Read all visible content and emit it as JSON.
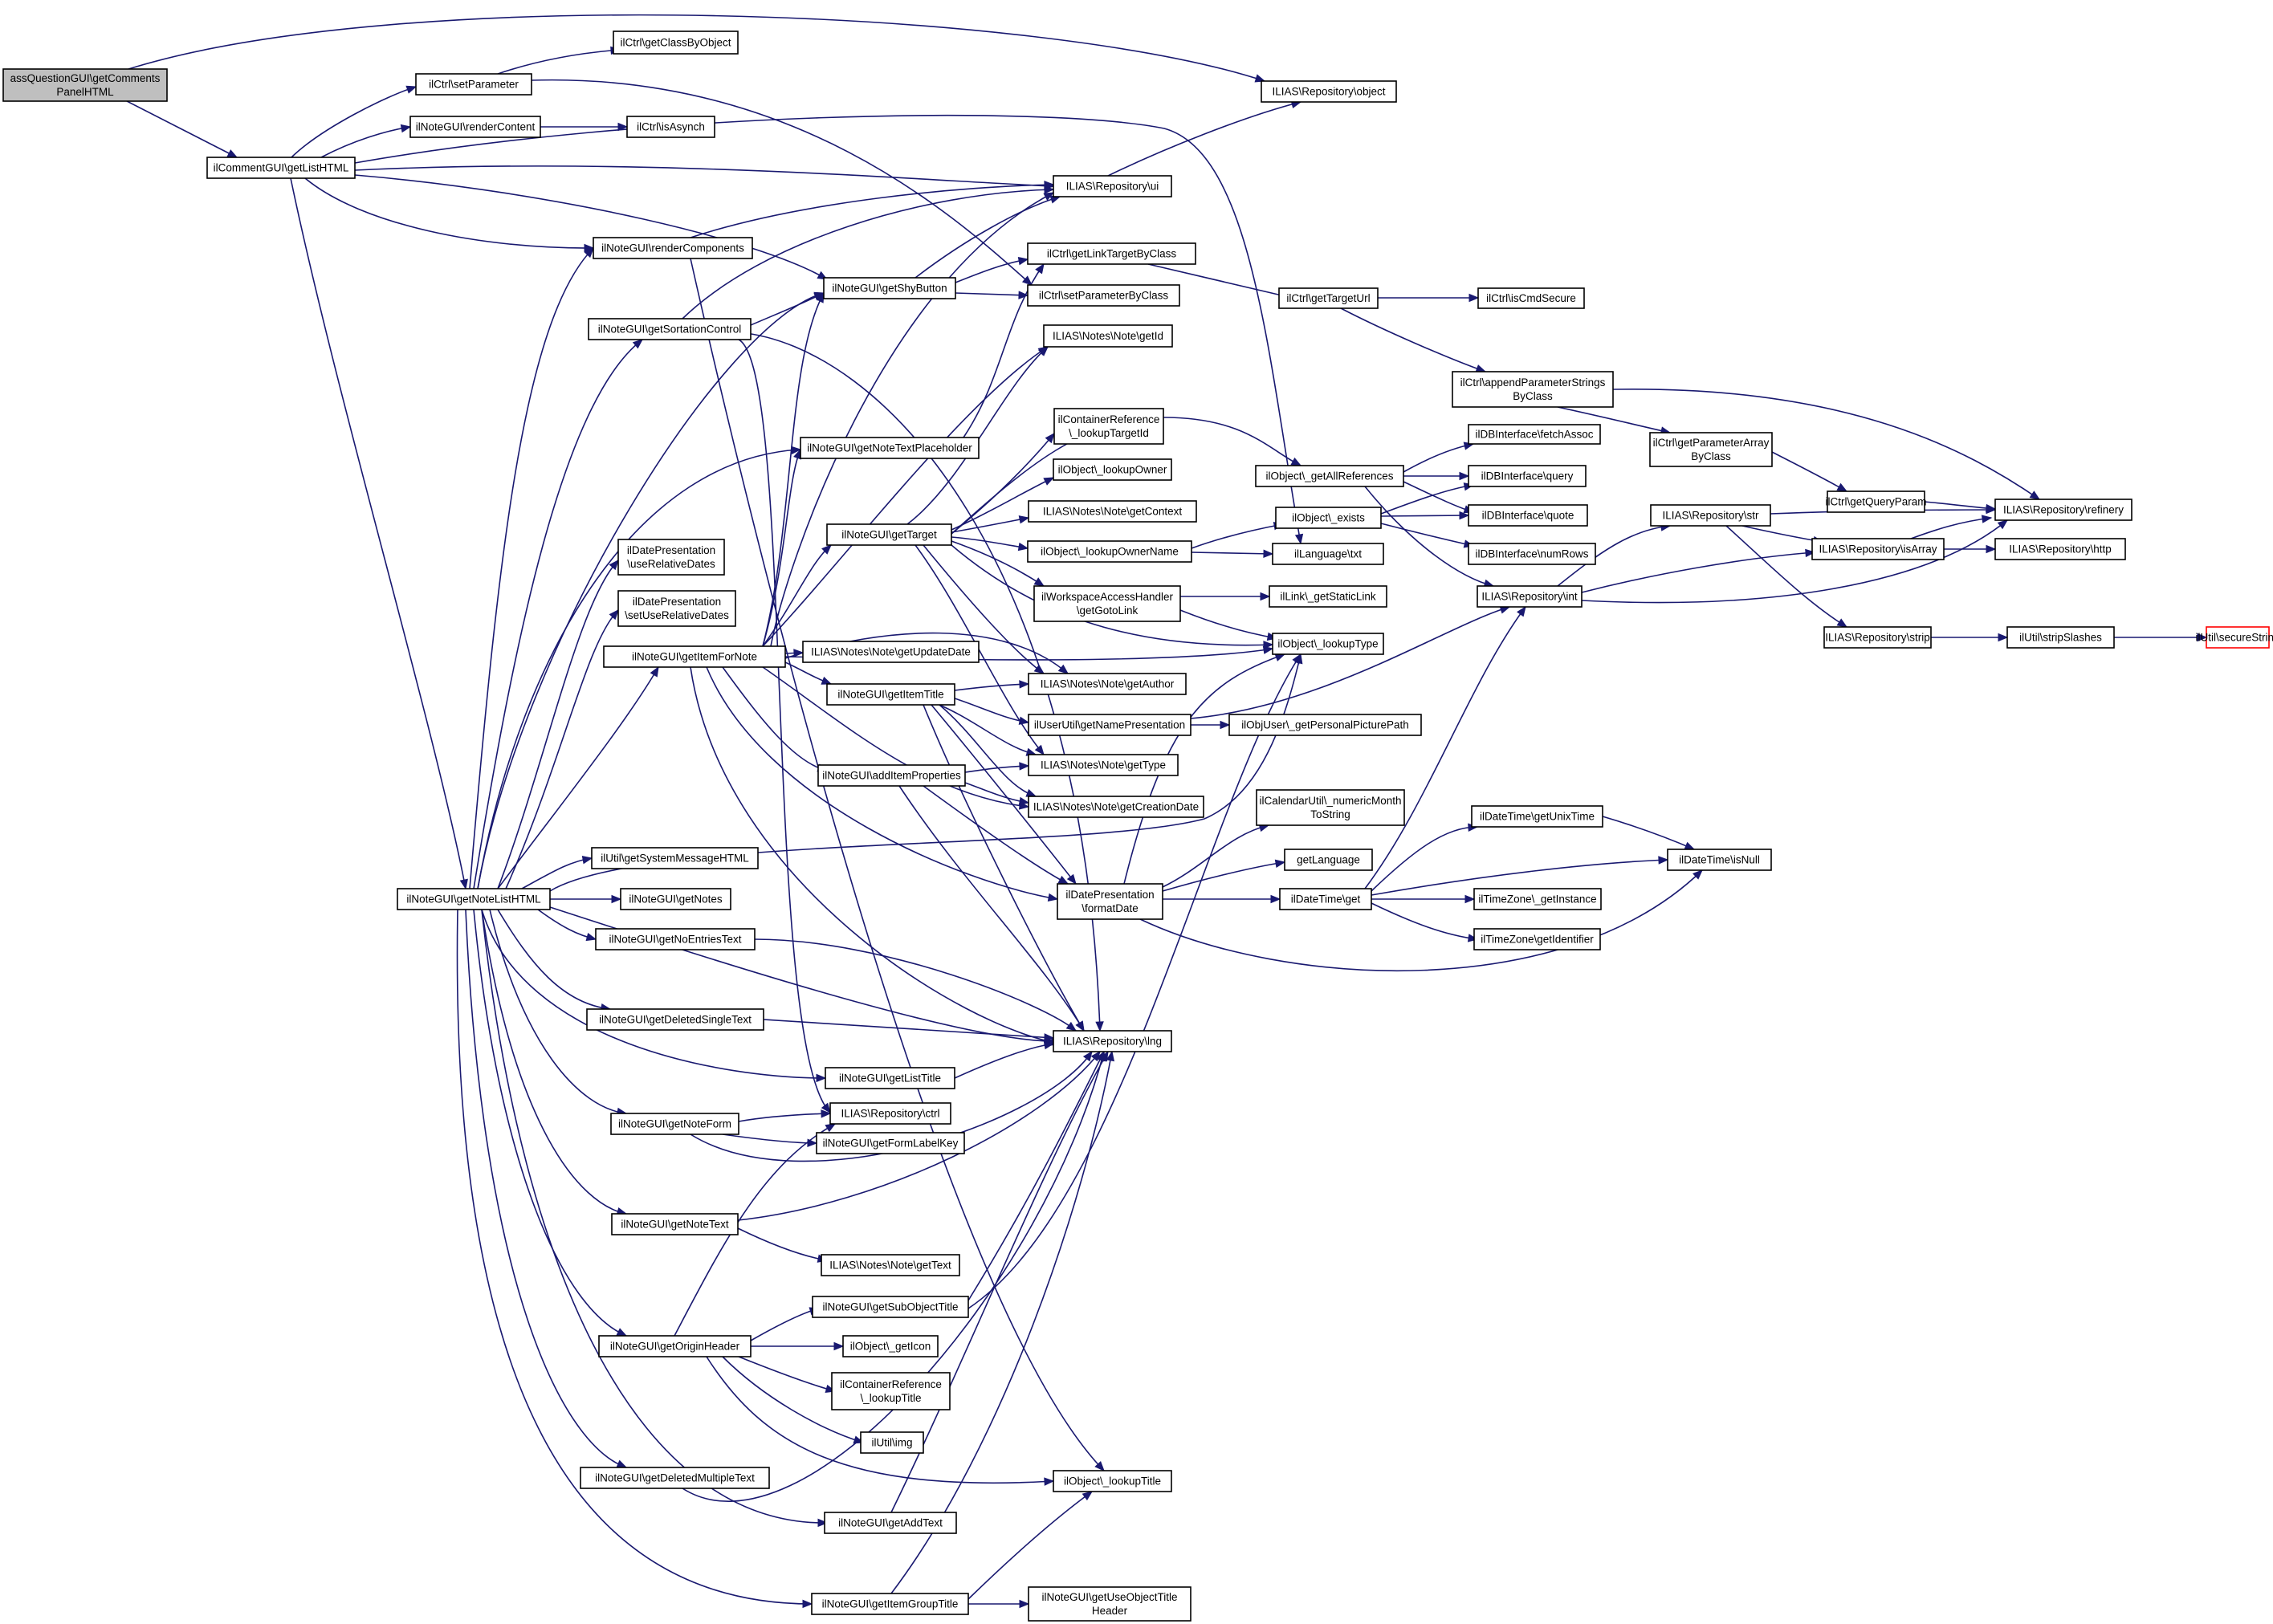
{
  "graph": {
    "nodes": [
      {
        "id": "n0",
        "label": [
          "assQuestionGUI\\getComments",
          "PanelHTML"
        ]
      },
      {
        "id": "n1",
        "label": [
          "ilCommentGUI\\getListHTML"
        ]
      },
      {
        "id": "n2",
        "label": [
          "ilCtrl\\setParameter"
        ]
      },
      {
        "id": "n3",
        "label": [
          "ilCtrl\\getClassByObject"
        ]
      },
      {
        "id": "n4",
        "label": [
          "ilNoteGUI\\renderContent"
        ]
      },
      {
        "id": "n5",
        "label": [
          "ilCtrl\\isAsynch"
        ]
      },
      {
        "id": "n6",
        "label": [
          "ILIAS\\Repository\\object"
        ]
      },
      {
        "id": "n7",
        "label": [
          "ILIAS\\Repository\\ui"
        ]
      },
      {
        "id": "n8",
        "label": [
          "ilNoteGUI\\renderComponents"
        ]
      },
      {
        "id": "n9",
        "label": [
          "ilNoteGUI\\getShyButton"
        ]
      },
      {
        "id": "n10",
        "label": [
          "ilCtrl\\getLinkTargetByClass"
        ]
      },
      {
        "id": "n11",
        "label": [
          "ilCtrl\\setParameterByClass"
        ]
      },
      {
        "id": "n12",
        "label": [
          "ilCtrl\\getTargetUrl"
        ]
      },
      {
        "id": "n13",
        "label": [
          "ilCtrl\\isCmdSecure"
        ]
      },
      {
        "id": "n14",
        "label": [
          "ilNoteGUI\\getSortationControl"
        ]
      },
      {
        "id": "n15",
        "label": [
          "ILIAS\\Notes\\Note\\getId"
        ]
      },
      {
        "id": "n16",
        "label": [
          "ilCtrl\\appendParameterStrings",
          "ByClass"
        ]
      },
      {
        "id": "n17",
        "label": [
          "ilContainerReference",
          "\\_lookupTargetId"
        ]
      },
      {
        "id": "n18",
        "label": [
          "ilNoteGUI\\getNoteTextPlaceholder"
        ]
      },
      {
        "id": "n19",
        "label": [
          "ilCtrl\\getParameterArray",
          "ByClass"
        ]
      },
      {
        "id": "n20",
        "label": [
          "ilDBInterface\\fetchAssoc"
        ]
      },
      {
        "id": "n21",
        "label": [
          "ilObject\\_lookupOwner"
        ]
      },
      {
        "id": "n22",
        "label": [
          "ilObject\\_getAllReferences"
        ]
      },
      {
        "id": "n23",
        "label": [
          "ilDBInterface\\query"
        ]
      },
      {
        "id": "n24",
        "label": [
          "ilCtrl\\getQueryParam"
        ]
      },
      {
        "id": "n25",
        "label": [
          "ILIAS\\Notes\\Note\\getContext"
        ]
      },
      {
        "id": "n26",
        "label": [
          "ilDBInterface\\quote"
        ]
      },
      {
        "id": "n27",
        "label": [
          "ILIAS\\Repository\\str"
        ]
      },
      {
        "id": "n28",
        "label": [
          "ILIAS\\Repository\\refinery"
        ]
      },
      {
        "id": "n29",
        "label": [
          "ilNoteGUI\\getTarget"
        ]
      },
      {
        "id": "n30",
        "label": [
          "ilObject\\_exists"
        ]
      },
      {
        "id": "n31",
        "label": [
          "ilObject\\_lookupOwnerName"
        ]
      },
      {
        "id": "n32",
        "label": [
          "ilLanguage\\txt"
        ]
      },
      {
        "id": "n33",
        "label": [
          "ilDBInterface\\numRows"
        ]
      },
      {
        "id": "n34",
        "label": [
          "ILIAS\\Repository\\isArray"
        ]
      },
      {
        "id": "n35",
        "label": [
          "ILIAS\\Repository\\http"
        ]
      },
      {
        "id": "n36",
        "label": [
          "ilDatePresentation",
          "\\useRelativeDates"
        ]
      },
      {
        "id": "n37",
        "label": [
          "ilWorkspaceAccessHandler",
          "\\getGotoLink"
        ]
      },
      {
        "id": "n38",
        "label": [
          "ilLink\\_getStaticLink"
        ]
      },
      {
        "id": "n39",
        "label": [
          "ILIAS\\Repository\\int"
        ]
      },
      {
        "id": "n40",
        "label": [
          "ilDatePresentation",
          "\\setUseRelativeDates"
        ]
      },
      {
        "id": "n41",
        "label": [
          "ILIAS\\Repository\\strip"
        ]
      },
      {
        "id": "n42",
        "label": [
          "ilUtil\\stripSlashes"
        ]
      },
      {
        "id": "n43",
        "label": [
          "ilUtil\\secureString"
        ]
      },
      {
        "id": "n44",
        "label": [
          "ilObject\\_lookupType"
        ]
      },
      {
        "id": "n45",
        "label": [
          "ilNoteGUI\\getItemForNote"
        ]
      },
      {
        "id": "n46",
        "label": [
          "ILIAS\\Notes\\Note\\getUpdateDate"
        ]
      },
      {
        "id": "n47",
        "label": [
          "ilNoteGUI\\getItemTitle"
        ]
      },
      {
        "id": "n48",
        "label": [
          "ILIAS\\Notes\\Note\\getAuthor"
        ]
      },
      {
        "id": "n49",
        "label": [
          "ilUserUtil\\getNamePresentation"
        ]
      },
      {
        "id": "n50",
        "label": [
          "ilObjUser\\_getPersonalPicturePath"
        ]
      },
      {
        "id": "n51",
        "label": [
          "ilNoteGUI\\addItemProperties"
        ]
      },
      {
        "id": "n52",
        "label": [
          "ILIAS\\Notes\\Note\\getType"
        ]
      },
      {
        "id": "n53",
        "label": [
          "ILIAS\\Notes\\Note\\getCreationDate"
        ]
      },
      {
        "id": "n54",
        "label": [
          "ilCalendarUtil\\_numericMonth",
          "ToString"
        ]
      },
      {
        "id": "n55",
        "label": [
          "ilDateTime\\getUnixTime"
        ]
      },
      {
        "id": "n56",
        "label": [
          "getLanguage"
        ]
      },
      {
        "id": "n57",
        "label": [
          "ilDateTime\\isNull"
        ]
      },
      {
        "id": "n58",
        "label": [
          "ilUtil\\getSystemMessageHTML"
        ]
      },
      {
        "id": "n59",
        "label": [
          "ilNoteGUI\\getNoteListHTML"
        ]
      },
      {
        "id": "n60",
        "label": [
          "ilNoteGUI\\getNotes"
        ]
      },
      {
        "id": "n61",
        "label": [
          "ilDatePresentation",
          "\\formatDate"
        ]
      },
      {
        "id": "n62",
        "label": [
          "ilDateTime\\get"
        ]
      },
      {
        "id": "n63",
        "label": [
          "ilTimeZone\\_getInstance"
        ]
      },
      {
        "id": "n64",
        "label": [
          "ilNoteGUI\\getNoEntriesText"
        ]
      },
      {
        "id": "n65",
        "label": [
          "ilTimeZone\\getIdentifier"
        ]
      },
      {
        "id": "n66",
        "label": [
          "ilNoteGUI\\getDeletedSingleText"
        ]
      },
      {
        "id": "n67",
        "label": [
          "ILIAS\\Repository\\lng"
        ]
      },
      {
        "id": "n68",
        "label": [
          "ilNoteGUI\\getListTitle"
        ]
      },
      {
        "id": "n69",
        "label": [
          "ILIAS\\Repository\\ctrl"
        ]
      },
      {
        "id": "n70",
        "label": [
          "ilNoteGUI\\getNoteForm"
        ]
      },
      {
        "id": "n71",
        "label": [
          "ilNoteGUI\\getFormLabelKey"
        ]
      },
      {
        "id": "n72",
        "label": [
          "ilNoteGUI\\getNoteText"
        ]
      },
      {
        "id": "n73",
        "label": [
          "ILIAS\\Notes\\Note\\getText"
        ]
      },
      {
        "id": "n74",
        "label": [
          "ilNoteGUI\\getSubObjectTitle"
        ]
      },
      {
        "id": "n75",
        "label": [
          "ilNoteGUI\\getOriginHeader"
        ]
      },
      {
        "id": "n76",
        "label": [
          "ilObject\\_getIcon"
        ]
      },
      {
        "id": "n77",
        "label": [
          "ilContainerReference",
          "\\_lookupTitle"
        ]
      },
      {
        "id": "n78",
        "label": [
          "ilUtil\\img"
        ]
      },
      {
        "id": "n79",
        "label": [
          "ilNoteGUI\\getDeletedMultipleText"
        ]
      },
      {
        "id": "n80",
        "label": [
          "ilObject\\_lookupTitle"
        ]
      },
      {
        "id": "n81",
        "label": [
          "ilNoteGUI\\getAddText"
        ]
      },
      {
        "id": "n82",
        "label": [
          "ilNoteGUI\\getItemGroupTitle"
        ]
      },
      {
        "id": "n83",
        "label": [
          "ilNoteGUI\\getUseObjectTitle",
          "Header"
        ]
      }
    ]
  }
}
